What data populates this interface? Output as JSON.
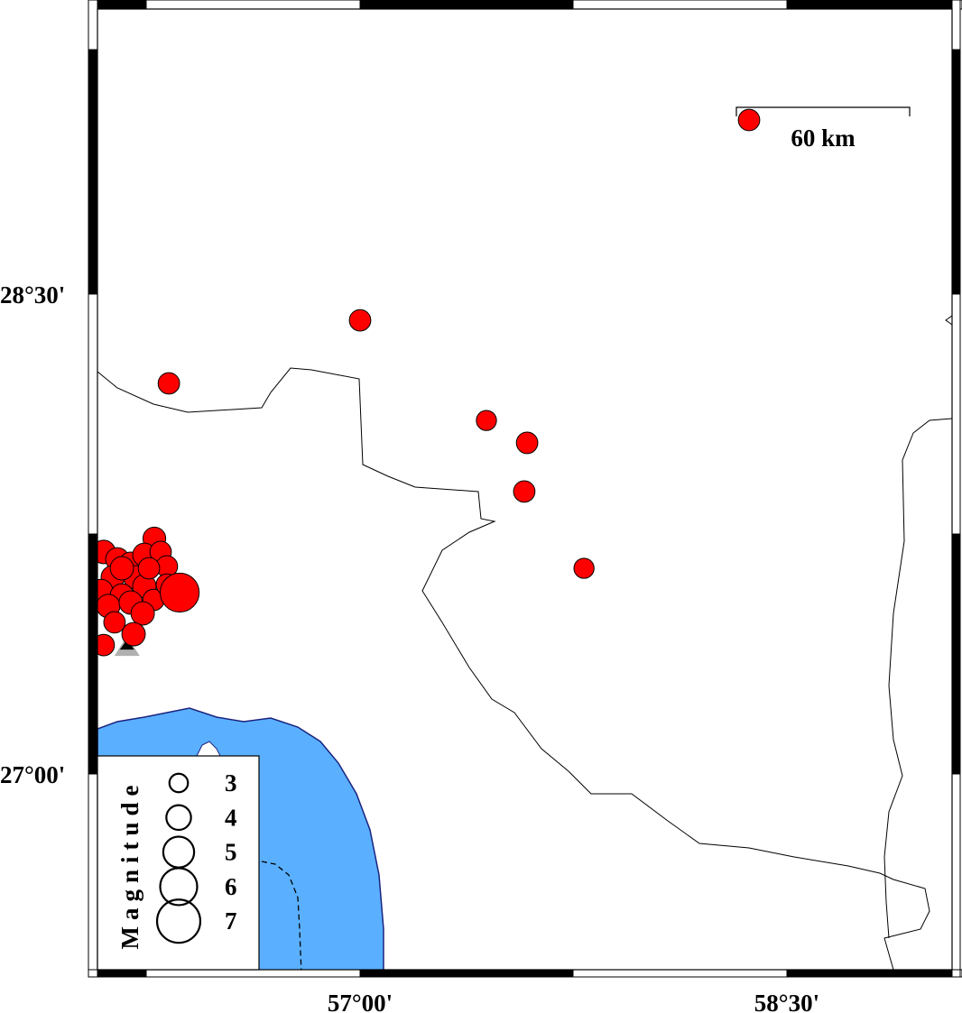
{
  "map": {
    "lon_range": [
      56.077,
      59.08
    ],
    "lat_range": [
      26.388,
      29.405
    ],
    "colors": {
      "ocean": "#5ab0ff",
      "coast": "#1a237e",
      "event": "#ff0000",
      "station": "#b0b0b0"
    },
    "axis_labels": {
      "left": [
        {
          "text": "28°30'",
          "lat": 28.5
        },
        {
          "text": "27°00'",
          "lat": 27.0
        }
      ],
      "bottom": [
        {
          "text": "57°00'",
          "lon": 57.0
        },
        {
          "text": "58°30'",
          "lon": 58.5
        }
      ]
    },
    "scale_bar": {
      "label": "60 km"
    }
  },
  "events": [
    {
      "lon": 58.367,
      "lat": 29.044,
      "mag": 3.3
    },
    {
      "lon": 57.0,
      "lat": 28.418,
      "mag": 3.3
    },
    {
      "lon": 56.328,
      "lat": 28.221,
      "mag": 3.3
    },
    {
      "lon": 57.444,
      "lat": 28.105,
      "mag": 3.1
    },
    {
      "lon": 57.587,
      "lat": 28.035,
      "mag": 3.3
    },
    {
      "lon": 57.577,
      "lat": 27.883,
      "mag": 3.3
    },
    {
      "lon": 57.787,
      "lat": 27.643,
      "mag": 3.1
    },
    {
      "lon": 56.277,
      "lat": 27.736,
      "mag": 3.5
    },
    {
      "lon": 56.099,
      "lat": 27.694,
      "mag": 3.6
    },
    {
      "lon": 56.147,
      "lat": 27.671,
      "mag": 3.6
    },
    {
      "lon": 56.194,
      "lat": 27.657,
      "mag": 3.6
    },
    {
      "lon": 56.242,
      "lat": 27.685,
      "mag": 3.6
    },
    {
      "lon": 56.299,
      "lat": 27.694,
      "mag": 3.3
    },
    {
      "lon": 56.321,
      "lat": 27.649,
      "mag": 3.3
    },
    {
      "lon": 56.21,
      "lat": 27.615,
      "mag": 3.6
    },
    {
      "lon": 56.131,
      "lat": 27.615,
      "mag": 3.6
    },
    {
      "lon": 56.09,
      "lat": 27.572,
      "mag": 3.6
    },
    {
      "lon": 56.163,
      "lat": 27.558,
      "mag": 3.6
    },
    {
      "lon": 56.242,
      "lat": 27.587,
      "mag": 3.6
    },
    {
      "lon": 56.274,
      "lat": 27.544,
      "mag": 3.3
    },
    {
      "lon": 56.115,
      "lat": 27.525,
      "mag": 3.6
    },
    {
      "lon": 56.194,
      "lat": 27.536,
      "mag": 3.6
    },
    {
      "lon": 56.321,
      "lat": 27.592,
      "mag": 3.3
    },
    {
      "lon": 56.236,
      "lat": 27.502,
      "mag": 3.6
    },
    {
      "lon": 56.258,
      "lat": 27.643,
      "mag": 3.3
    },
    {
      "lon": 56.163,
      "lat": 27.643,
      "mag": 3.6
    },
    {
      "lon": 56.137,
      "lat": 27.474,
      "mag": 3.3
    },
    {
      "lon": 56.204,
      "lat": 27.437,
      "mag": 3.6
    },
    {
      "lon": 56.099,
      "lat": 27.403,
      "mag": 3.3
    },
    {
      "lon": 56.366,
      "lat": 27.567,
      "mag": 6.0
    }
  ],
  "stations": [
    {
      "lon": 56.181,
      "lat": 27.403
    }
  ],
  "legend": {
    "title": "Magnitude",
    "entries": [
      {
        "mag": 3,
        "label": "3"
      },
      {
        "mag": 4,
        "label": "4"
      },
      {
        "mag": 5,
        "label": "5"
      },
      {
        "mag": 6,
        "label": "6"
      },
      {
        "mag": 7,
        "label": "7"
      }
    ]
  }
}
